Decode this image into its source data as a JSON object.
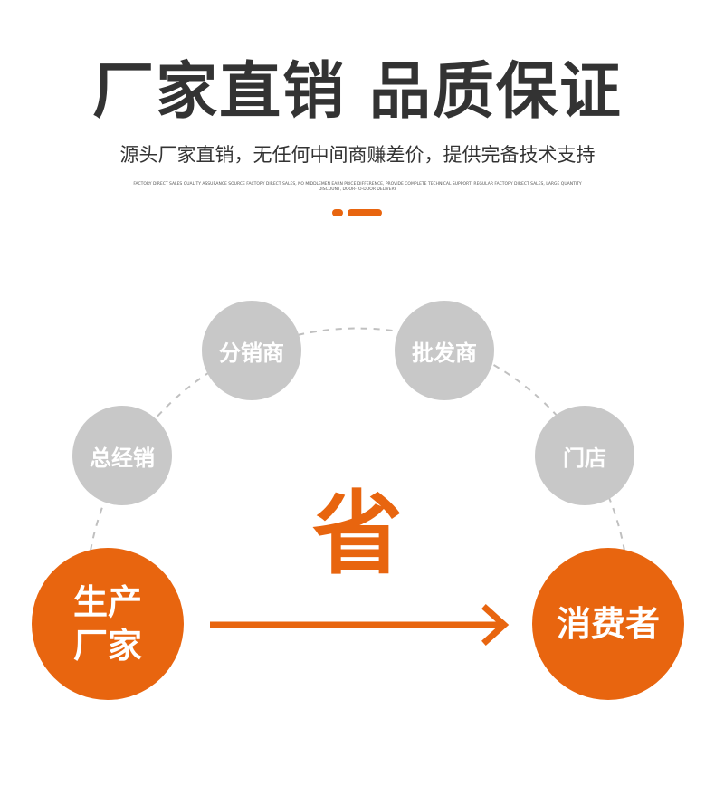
{
  "header": {
    "title": "厂家直销 品质保证",
    "subtitle": "源头厂家直销，无任何中间商赚差价，提供完备技术支持",
    "small_text": "FACTORY DIRECT SALES QUALITY ASSURANCE SOURCE FACTORY DIRECT SALES, NO MIDDLEMEN EARN PRICE DIFFERENCE, PROVIDE COMPLETE TECHNICAL SUPPORT, REGULAR FACTORY DIRECT SALES, LARGE QUANTITY DISCOUNT, DOOR-TO-DOOR DELIVERY"
  },
  "diagram": {
    "intermediaries": [
      "分销商",
      "批发商",
      "总经销",
      "门店"
    ],
    "source_line1": "生产",
    "source_line2": "厂家",
    "target": "消费者",
    "save_label": "省"
  },
  "colors": {
    "accent": "#e8650f",
    "grey_circle": "#c8c8c8",
    "dash": "#c0c0c0",
    "text_dark": "#333333"
  }
}
